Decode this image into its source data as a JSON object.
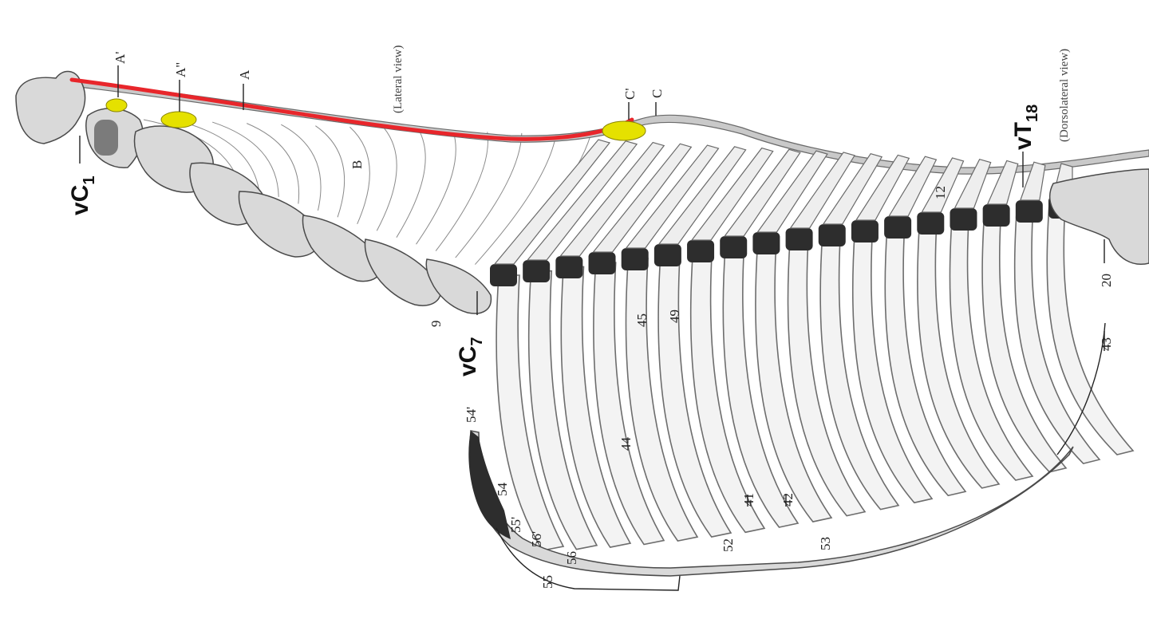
{
  "views": {
    "lateral": "(Lateral view)",
    "dorsolateral": "(Dorsolateral view)"
  },
  "vertebrae": {
    "c1_base": "vC",
    "c1_sub": "1",
    "c7_base": "vC",
    "c7_sub": "7",
    "t18_base": "vT",
    "t18_sub": "18"
  },
  "labels": {
    "a_prime": "A'",
    "a_double": "A\"",
    "a": "A",
    "b": "B",
    "c_prime": "C'",
    "c": "C",
    "n9": "9",
    "n12": "12",
    "n20": "20",
    "n43": "43",
    "n44": "44",
    "n45": "45",
    "n49": "49",
    "n41": "41",
    "n42": "42",
    "n52": "52",
    "n53": "53",
    "n54p": "54'",
    "n54": "54",
    "n55p": "55'",
    "n56p": "56'",
    "n56": "56",
    "n55": "55"
  },
  "colors": {
    "highlight_line": "#e8262b",
    "attachment_spots": "#e5e100",
    "bone": "#d9d9d9",
    "outline": "#4a4a4a"
  }
}
